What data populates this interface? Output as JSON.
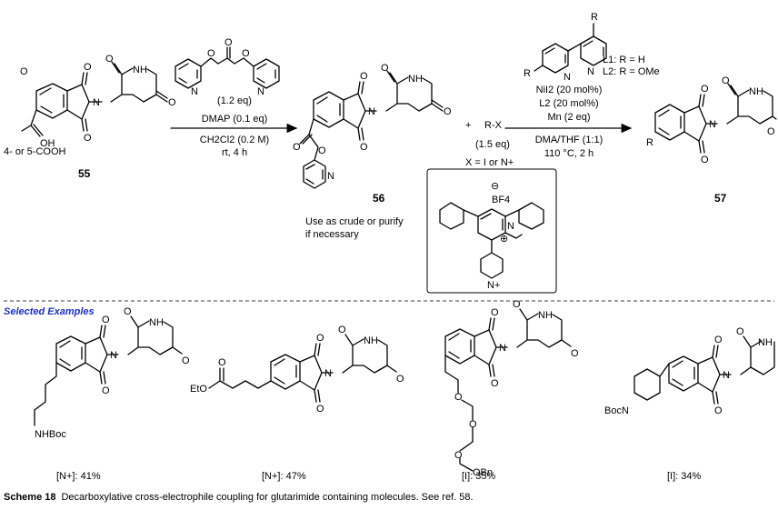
{
  "reagents": {
    "dpc_amount": "(1.2 eq)",
    "dmap": "DMAP (0.1 eq)",
    "solvent1": "CH2Cl2 (0.2 M)",
    "cond1": "rt, 4 h",
    "plus": "+",
    "rx": "R-X",
    "rx_amount": "(1.5 eq)",
    "ligand_L1": "L1: R = H",
    "ligand_L2": "L2: R = OMe",
    "cat1": "NiI2 (20 mol%)",
    "cat2": "L2 (20 mol%)",
    "mn": "Mn (2 eq)",
    "solvent2": "DMA/THF (1:1)",
    "cond2": "110 °C, 2 h"
  },
  "compounds": {
    "c55": {
      "id": "55",
      "note": "4- or 5-COOH"
    },
    "c56": {
      "id": "56",
      "note1": "Use as crude or purify",
      "note2": "if necessary"
    },
    "c57": {
      "id": "57"
    }
  },
  "box": {
    "title": "X = I or N+",
    "bf4": "BF4",
    "footer": "N+"
  },
  "section_title": "Selected Examples",
  "examples": [
    {
      "yield": "[N+]: 41%",
      "sub": "NHBoc"
    },
    {
      "yield": "[N+]: 47%",
      "sub": "EtO"
    },
    {
      "yield": "[I]: 35%",
      "sub": "OBn"
    },
    {
      "yield": "[I]: 34%",
      "sub": "BocN"
    }
  ],
  "atoms": {
    "N": "N",
    "O": "O",
    "NH": "NH",
    "OH": "OH",
    "R": "R"
  },
  "caption": {
    "label": "Scheme 18",
    "text": "Decarboxylative cross-electrophile coupling for glutarimide containing molecules. See ref. 58."
  }
}
